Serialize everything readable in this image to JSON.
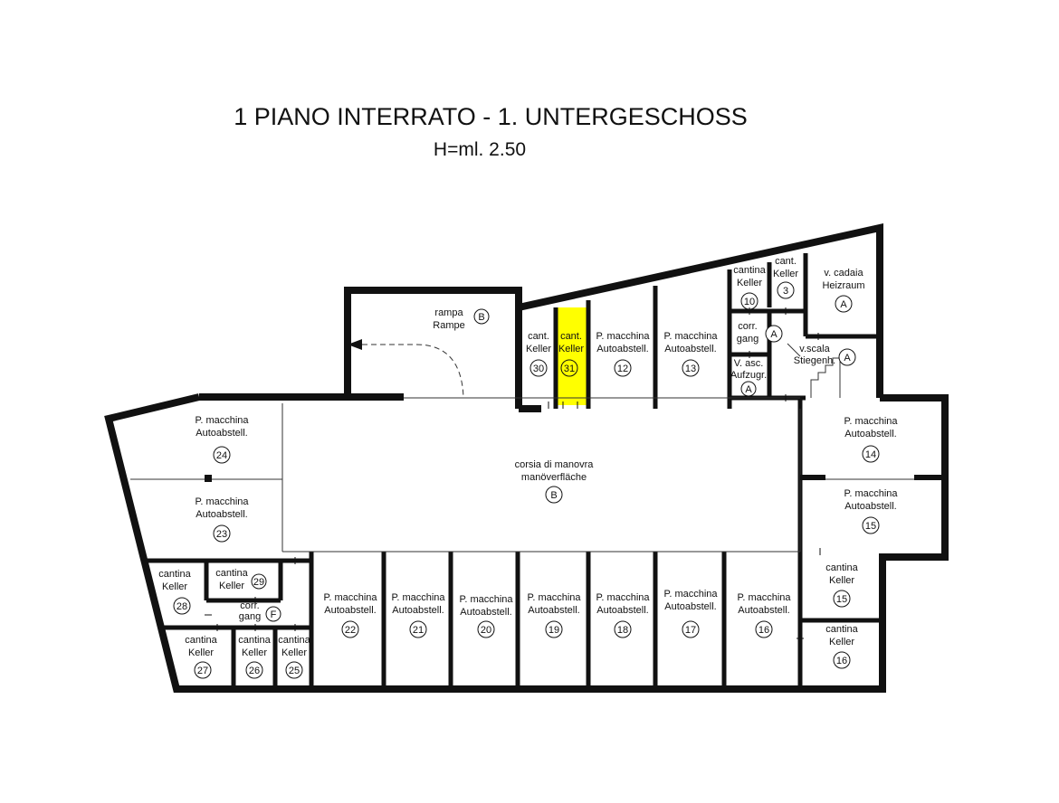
{
  "header": {
    "title": "1 PIANO INTERRATO - 1. UNTERGESCHOSS",
    "height": "H=ml. 2.50"
  },
  "colors": {
    "highlight": "#ffff00",
    "wall": "#111111"
  },
  "rooms": {
    "ramp": {
      "l1": "rampa",
      "l2": "Rampe",
      "badge": "B"
    },
    "cant30": {
      "l1": "cant.",
      "l2": "Keller",
      "num": "30"
    },
    "cant31": {
      "l1": "cant.",
      "l2": "Keller",
      "num": "31"
    },
    "p12": {
      "l1": "P. macchina",
      "l2": "Autoabstell.",
      "num": "12"
    },
    "p13": {
      "l1": "P. macchina",
      "l2": "Autoabstell.",
      "num": "13"
    },
    "cant10": {
      "l1": "cantina",
      "l2": "Keller",
      "num": "10"
    },
    "cant3": {
      "l1": "cant.",
      "l2": "Keller",
      "num": "3"
    },
    "heiz": {
      "l1": "v. cadaia",
      "l2": "Heizraum",
      "badge": "A"
    },
    "corrA": {
      "l1": "corr.",
      "l2": "gang",
      "badge": "A"
    },
    "vasc": {
      "l1": "V. asc.",
      "l2": "Aufzugr.",
      "badge": "A"
    },
    "stair": {
      "l1": "v.scala",
      "l2": "Stiegenh.",
      "badge": "A"
    },
    "p24": {
      "l1": "P. macchina",
      "l2": "Autoabstell.",
      "num": "24"
    },
    "p23": {
      "l1": "P. macchina",
      "l2": "Autoabstell.",
      "num": "23"
    },
    "corsia": {
      "l1": "corsia di manovra",
      "l2": "manöverfläche",
      "badge": "B"
    },
    "p14": {
      "l1": "P. macchina",
      "l2": "Autoabstell.",
      "num": "14"
    },
    "p15": {
      "l1": "P. macchina",
      "l2": "Autoabstell.",
      "num": "15"
    },
    "cant15": {
      "l1": "cantina",
      "l2": "Keller",
      "num": "15"
    },
    "cant16": {
      "l1": "cantina",
      "l2": "Keller",
      "num": "16"
    },
    "cant28": {
      "l1": "cantina",
      "l2": "Keller",
      "num": "28"
    },
    "cant29": {
      "l1": "cantina",
      "l2": "Keller",
      "num": "29"
    },
    "corrF": {
      "l1": "corr.",
      "l2": "gang",
      "badge": "F"
    },
    "cant27": {
      "l1": "cantina",
      "l2": "Keller",
      "num": "27"
    },
    "cant26": {
      "l1": "cantina",
      "l2": "Keller",
      "num": "26"
    },
    "cant25": {
      "l1": "cantina",
      "l2": "Keller",
      "num": "25"
    },
    "p22": {
      "l1": "P. macchina",
      "l2": "Autoabstell.",
      "num": "22"
    },
    "p21": {
      "l1": "P. macchina",
      "l2": "Autoabstell.",
      "num": "21"
    },
    "p20": {
      "l1": "P. macchina",
      "l2": "Autoabstell.",
      "num": "20"
    },
    "p19": {
      "l1": "P. macchina",
      "l2": "Autoabstell.",
      "num": "19"
    },
    "p18": {
      "l1": "P. macchina",
      "l2": "Autoabstell.",
      "num": "18"
    },
    "p17": {
      "l1": "P. macchina",
      "l2": "Autoabstell.",
      "num": "17"
    },
    "p16": {
      "l1": "P. macchina",
      "l2": "Autoabstell.",
      "num": "16"
    }
  }
}
